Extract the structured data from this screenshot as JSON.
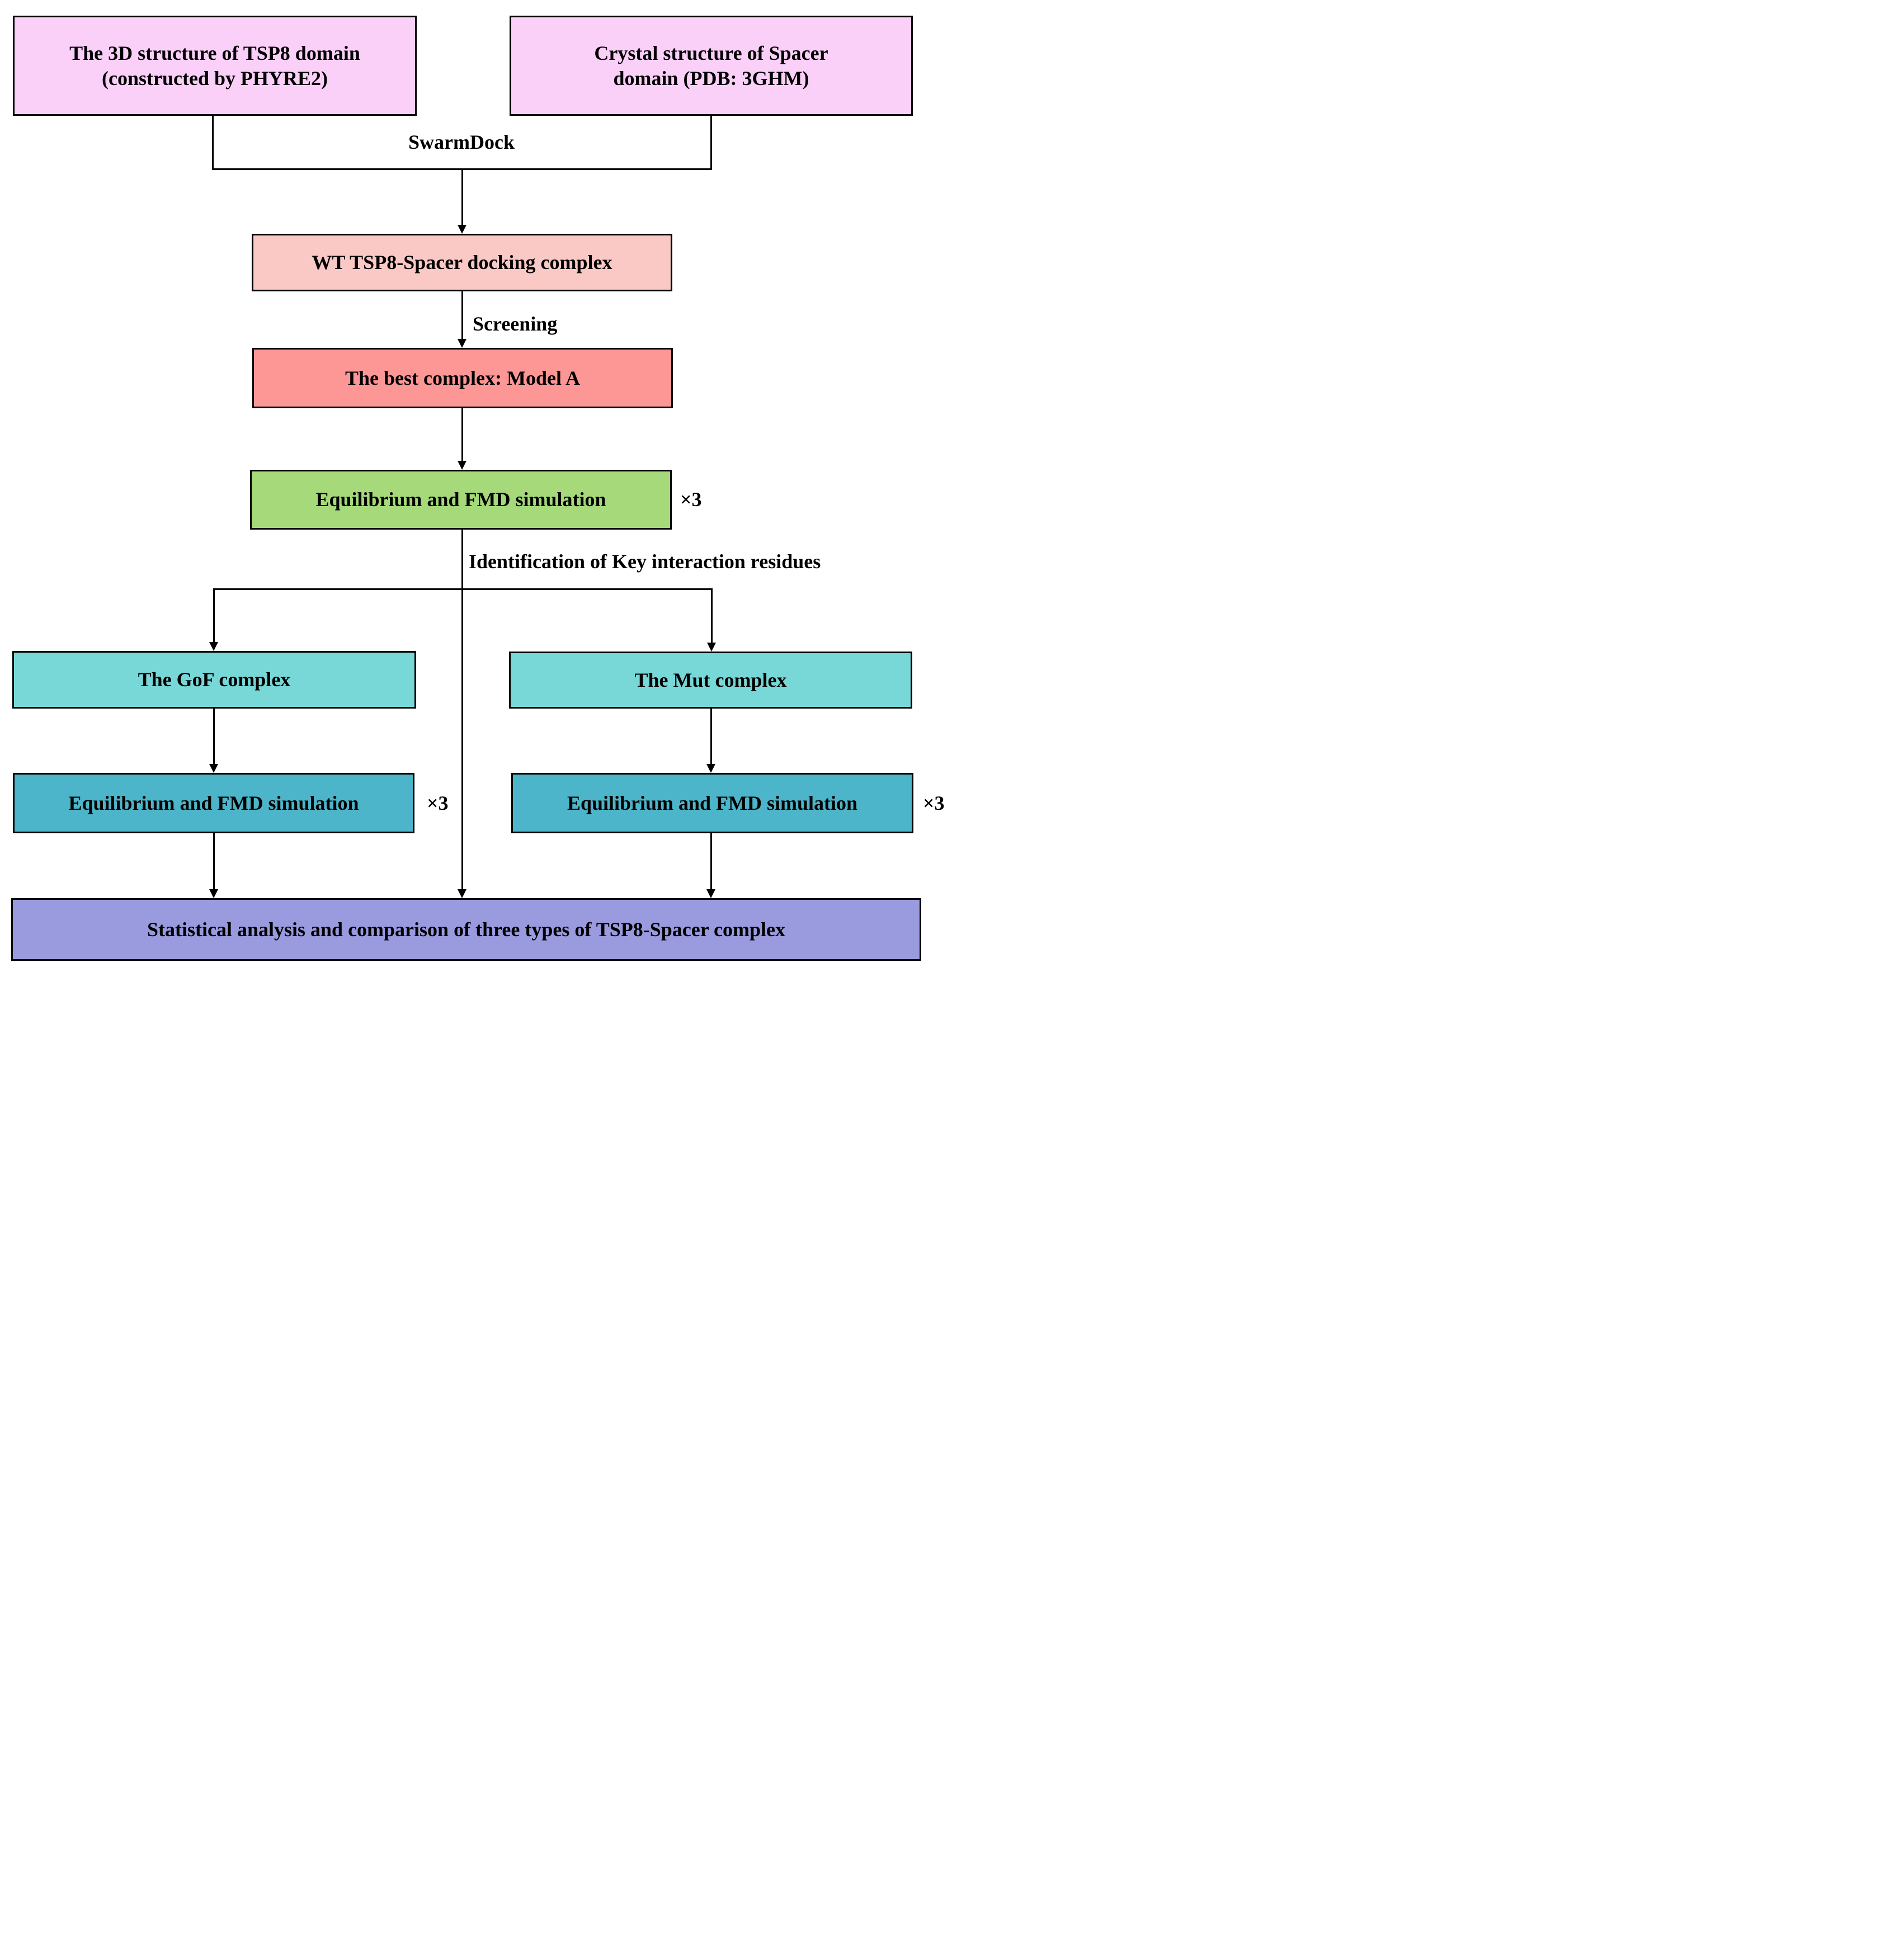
{
  "figure": {
    "type": "flowchart",
    "title": "TSP8-Spacer docking and simulation workflow",
    "nodes": {
      "tsp8": {
        "lines": [
          "The 3D structure of TSP8 domain",
          "(constructed by PHYRE2)"
        ],
        "color": "#fbd0f8"
      },
      "spacer": {
        "lines": [
          "Crystal structure of Spacer",
          "domain (PDB: 3GHM)"
        ],
        "color": "#fbd0f8"
      },
      "wt_complex": {
        "label": "WT TSP8-Spacer docking complex",
        "color": "#fac9c6"
      },
      "model_a": {
        "label": "The best complex: Model A",
        "color": "#fd9795"
      },
      "eq_wt": {
        "label": "Equilibrium and FMD simulation",
        "color": "#a5d97a",
        "repeat": "×3"
      },
      "gof": {
        "label": "The GoF complex",
        "color": "#78d8d8"
      },
      "mut": {
        "label": "The Mut complex",
        "color": "#78d8d8"
      },
      "eq_gof": {
        "label": "Equilibrium and FMD simulation",
        "color": "#4cb5c9",
        "repeat": "×3"
      },
      "eq_mut": {
        "label": "Equilibrium and FMD simulation",
        "color": "#4cb5c9",
        "repeat": "×3"
      },
      "stat": {
        "label": "Statistical analysis and comparison of three types of TSP8-Spacer complex",
        "color": "#9a9ade"
      }
    },
    "edge_labels": {
      "dock_tool": "SwarmDock",
      "screening": "Screening",
      "identification": "Identification of Key interaction residues"
    },
    "line_color": "#000000"
  }
}
